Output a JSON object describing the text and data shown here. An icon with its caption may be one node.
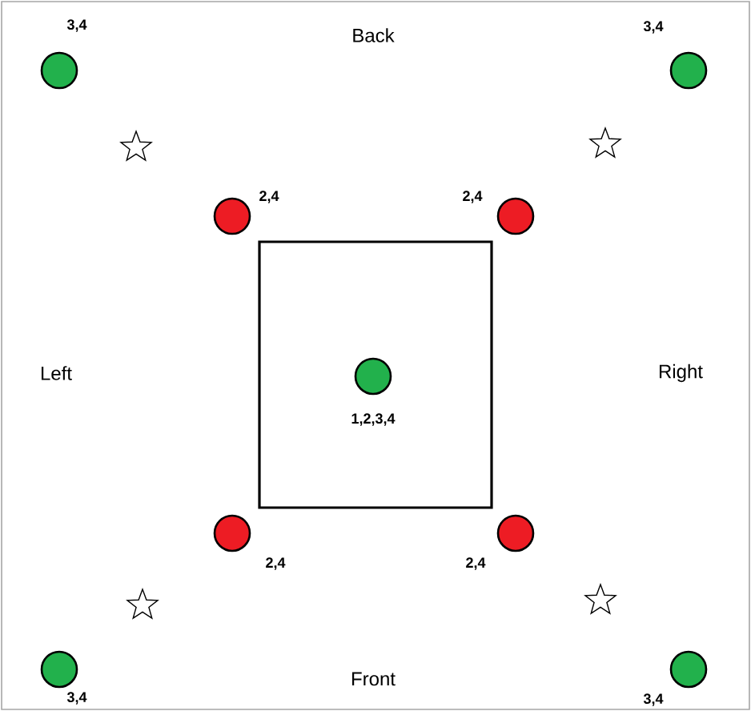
{
  "diagram": {
    "nodes": [
      {
        "text": [],
        "shape": "circle",
        "beside": [
          "3,4"
        ]
      },
      {
        "text": [],
        "shape": "circle",
        "beside": [
          "3,4"
        ]
      },
      {
        "text": [],
        "shape": "circle",
        "beside": [
          "2,4"
        ]
      },
      {
        "text": [],
        "shape": "circle",
        "beside": [
          "2,4"
        ]
      },
      {
        "text": [],
        "shape": "box"
      },
      {
        "text": [],
        "shape": "circle",
        "beside": [
          "1,2,3,4"
        ],
        "in": 4
      },
      {
        "text": [],
        "shape": "circle",
        "beside": [
          "2,4"
        ]
      },
      {
        "text": [],
        "shape": "circle",
        "beside": [
          "2,4"
        ]
      },
      {
        "text": [],
        "shape": "circle",
        "beside": [
          "3,4"
        ]
      },
      {
        "text": [],
        "shape": "circle",
        "beside": [
          "3,4"
        ]
      }
    ],
    "edges": [],
    "labels": [
      "Back",
      "Left",
      "Right",
      "Front"
    ]
  }
}
